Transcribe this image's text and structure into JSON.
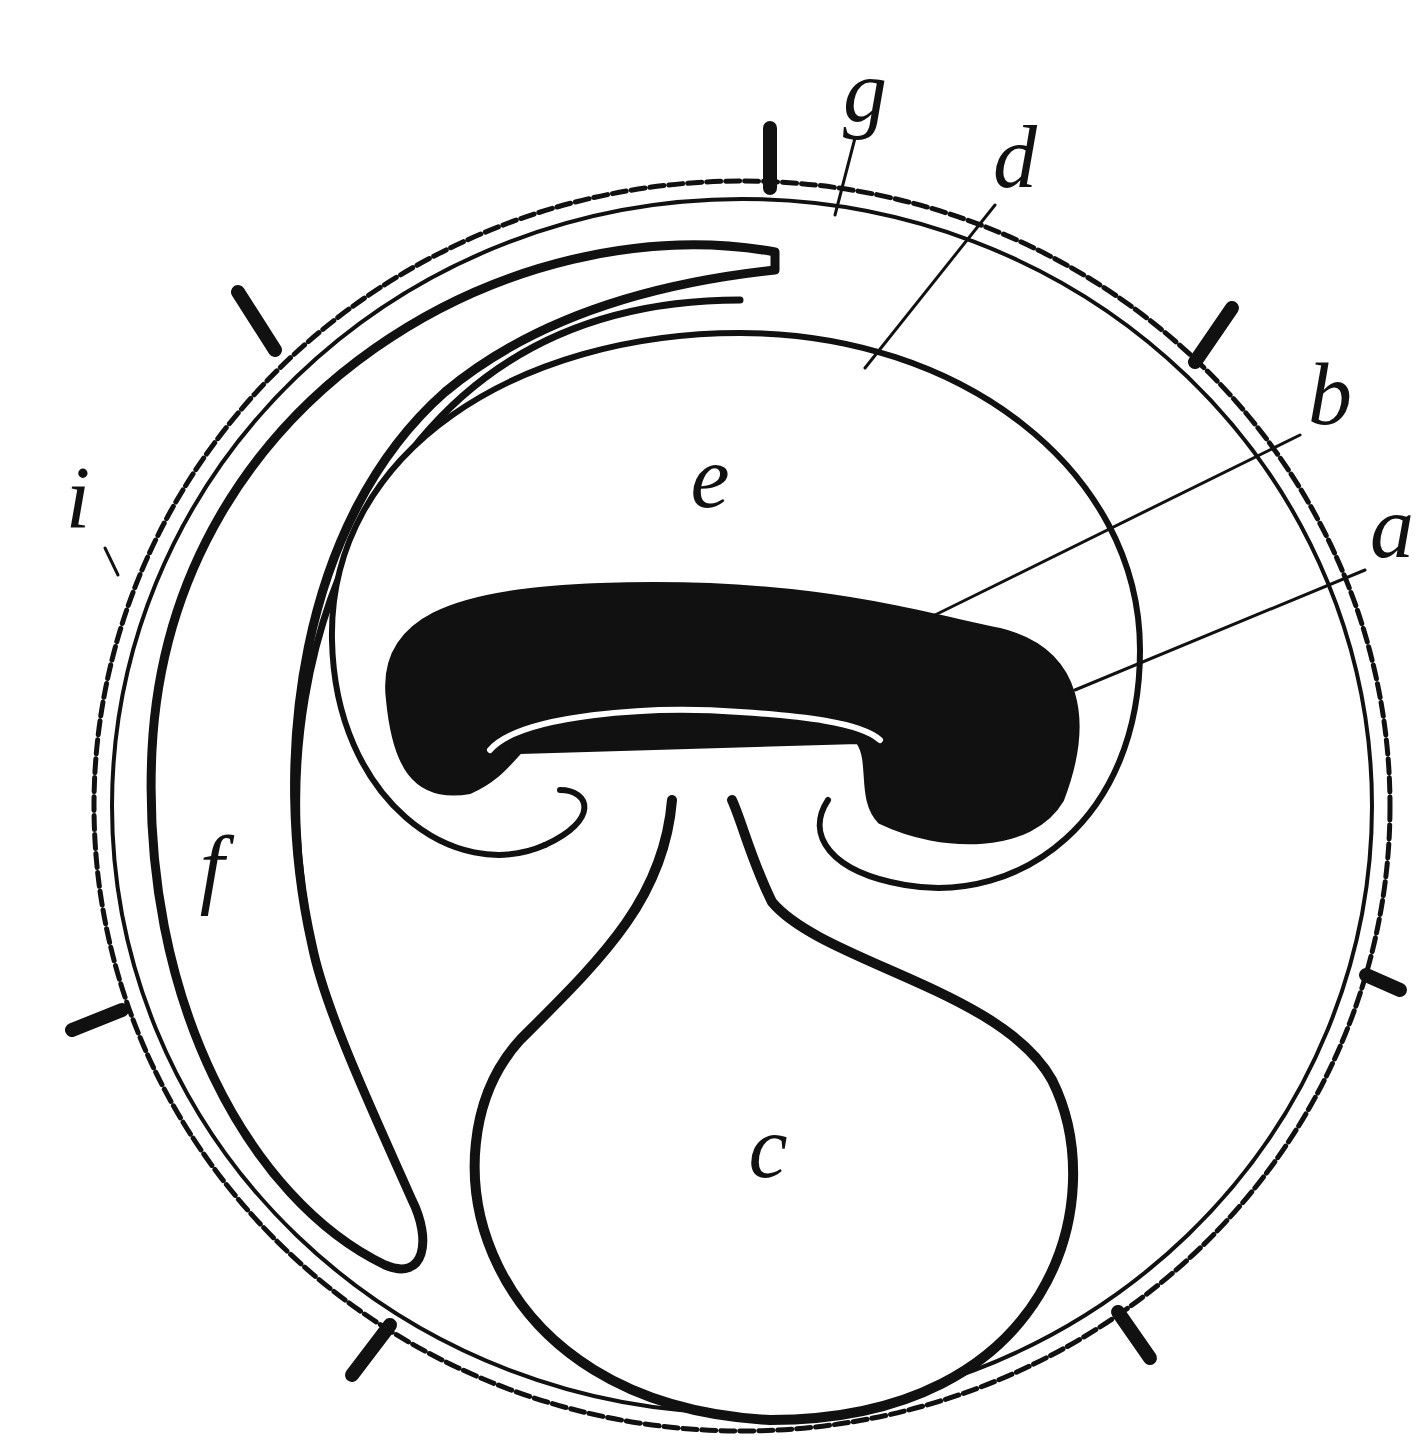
{
  "diagram": {
    "labels": [
      "g",
      "d",
      "b",
      "a",
      "e",
      "i",
      "f",
      "c"
    ]
  }
}
